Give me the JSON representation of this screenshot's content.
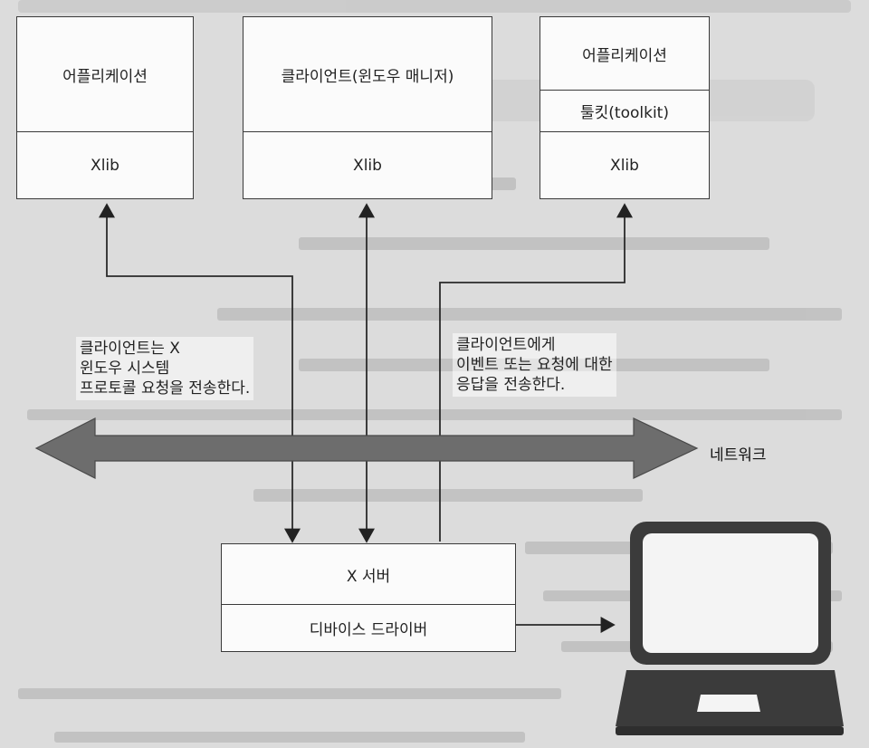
{
  "diagram": {
    "app_left": {
      "top": "어플리케이션",
      "bottom": "Xlib"
    },
    "app_middle": {
      "top": "클라이언트(윈도우 매니저)",
      "bottom": "Xlib"
    },
    "app_right": {
      "top": "어플리케이션",
      "middle": "툴킷(toolkit)",
      "bottom": "Xlib"
    },
    "note_left": [
      "클라이언트는 X",
      "윈도우 시스템",
      "프로토콜 요청을 전송한다."
    ],
    "note_right": [
      "클라이언트에게",
      "이벤트 또는 요청에 대한",
      "응답을 전송한다."
    ],
    "network_label": "네트워크",
    "server": {
      "top": "X 서버",
      "bottom": "디바이스 드라이버"
    },
    "icons": [
      "laptop-icon"
    ],
    "colors": {
      "network_arrow": "#6d6d6d",
      "box_fill": "#fbfbfb",
      "laptop_body": "#3b3b3b"
    }
  }
}
